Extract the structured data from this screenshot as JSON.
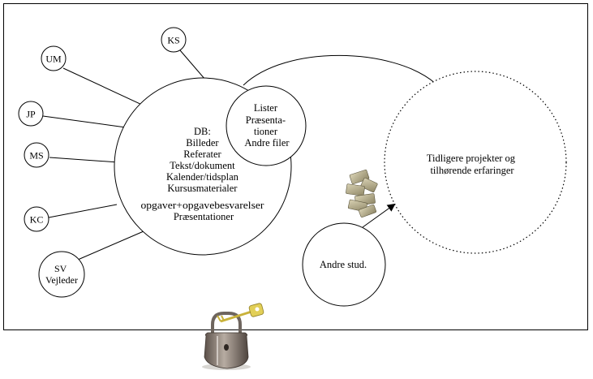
{
  "members": [
    {
      "id": "ks",
      "lines": [
        "KS"
      ]
    },
    {
      "id": "um",
      "lines": [
        "UM"
      ]
    },
    {
      "id": "jp",
      "lines": [
        "JP"
      ]
    },
    {
      "id": "ms",
      "lines": [
        "MS"
      ]
    },
    {
      "id": "kc",
      "lines": [
        "KC"
      ]
    },
    {
      "id": "sv",
      "lines": [
        "SV",
        "Vejleder"
      ]
    }
  ],
  "db": {
    "lines": [
      "DB:",
      "Billeder",
      "Referater",
      "Tekst/dokument",
      "Kalender/tidsplan",
      "Kursusmaterialer",
      "opgaver+opgavebesvarelser",
      "Præsentationer"
    ]
  },
  "lists": {
    "lines": [
      "Lister",
      "Præsenta-",
      "tioner",
      "Andre filer"
    ]
  },
  "previous_projects": {
    "lines": [
      "Tidligere projekter og",
      "tilhørende erfaringer"
    ]
  },
  "other_students": {
    "lines": [
      "Andre stud."
    ]
  },
  "icons": {
    "money": "money-stack-icon",
    "lock": "padlock-key-icon"
  }
}
